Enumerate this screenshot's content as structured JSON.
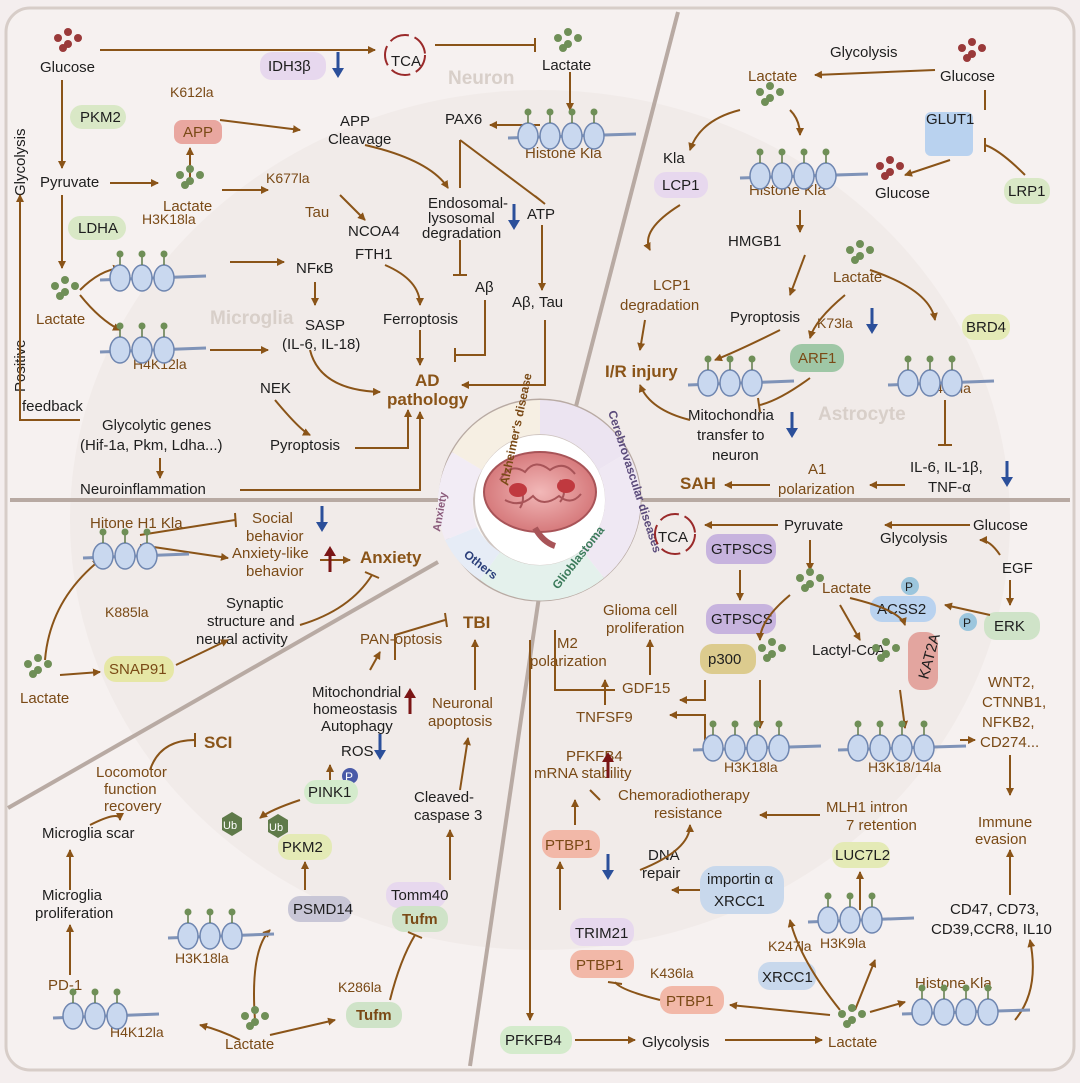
{
  "hub": {
    "alzheimers": "Alzheimer's disease",
    "cerebrovascular": "Cerebrovascular diseases",
    "glioblastoma": "Glioblastoma",
    "others": "Others",
    "anxiety": "Anxiety"
  },
  "ad": {
    "glucose": "Glucose",
    "tca": "TCA",
    "lactate_neuron": "Lactate",
    "idh3b": "IDH3β",
    "neuron": "Neuron",
    "pkm2": "PKM2",
    "k612la": "K612la",
    "app": "APP",
    "app_cleavage_1": "APP",
    "app_cleavage_2": "Cleavage",
    "pax6": "PAX6",
    "histone_kla": "Histone Kla",
    "glycolysis": "Glycolysis",
    "pyruvate": "Pyruvate",
    "lactate_mid": "Lactate",
    "k677la": "K677la",
    "tau": "Tau",
    "ldha": "LDHA",
    "endo_1": "Endosomal-",
    "endo_2": "lysosomal",
    "endo_3": "degradation",
    "atp": "ATP",
    "ncoa4": "NCOA4",
    "fth1": "FTH1",
    "h3k18la": "H3K18la",
    "nfkb": "NFκB",
    "abeta": "Aβ",
    "lactate_low": "Lactate",
    "microglia": "Microglia",
    "sasp_1": "SASP",
    "sasp_2": "(IL-6, IL-18)",
    "ferroptosis": "Ferroptosis",
    "abeta_tau": "Aβ, Tau",
    "positive": "Positive",
    "feedback": "feedback",
    "h4k12la": "H4K12la",
    "nek": "NEK",
    "ad_path_1": "AD",
    "ad_path_2": "pathology",
    "glyco_genes_1": "Glycolytic genes",
    "glyco_genes_2": "(Hif-1a, Pkm, Ldha...)",
    "pyroptosis": "Pyroptosis",
    "neuroinflammation": "Neuroinflammation"
  },
  "cv": {
    "glycolysis": "Glycolysis",
    "lactate": "Lactate",
    "glucose": "Glucose",
    "glut1": "GLUT1",
    "kla": "Kla",
    "lcp1": "LCP1",
    "histone_kla": "Histone Kla",
    "glucose2": "Glucose",
    "lrp1": "LRP1",
    "hmgb1": "HMGB1",
    "lcp1_deg_1": "LCP1",
    "lcp1_deg_2": "degradation",
    "lactate2": "Lactate",
    "pyroptosis": "Pyroptosis",
    "k73la": "K73la",
    "brd4": "BRD4",
    "ir_injury": "I/R injury",
    "arf1": "ARF1",
    "h4k8la": "H4K8la",
    "mito_1": "Mitochondria",
    "mito_2": "transfer to",
    "mito_3": "neuron",
    "astrocyte": "Astrocyte",
    "il_1": "IL-6, IL-1β,",
    "il_2": "TNF-α",
    "a1_1": "A1",
    "a1_2": "polarization",
    "sah": "SAH"
  },
  "ax": {
    "h1kla": "Hitone H1 Kla",
    "social_1": "Social",
    "social_2": "behavior",
    "anx_1": "Anxiety-like",
    "anx_2": "behavior",
    "anxiety": "Anxiety",
    "syn_1": "Synaptic",
    "syn_2": "structure and",
    "syn_3": "neural activity",
    "k885la": "K885la",
    "snap91": "SNAP91",
    "lactate": "Lactate"
  },
  "ot": {
    "pan": "PAN-optosis",
    "tbi": "TBI",
    "mito_1": "Mitochondrial",
    "mito_2": "homeostasis",
    "autophagy": "Autophagy",
    "ros": "ROS",
    "neuro_1": "Neuronal",
    "neuro_2": "apoptosis",
    "sci": "SCI",
    "loco_1": "Locomotor",
    "loco_2": "function",
    "loco_3": "recovery",
    "p": "P",
    "pink1": "PINK1",
    "ub": "Ub",
    "pkm2": "PKM2",
    "mscar": "Microglia scar",
    "mprol_1": "Microglia",
    "mprol_2": "proliferation",
    "cc_1": "Cleaved-",
    "cc_2": "caspase 3",
    "tomm40": "Tomm40",
    "tufm": "Tufm",
    "psmd14": "PSMD14",
    "h3k18la": "H3K18la",
    "k286la": "K286la",
    "pd1": "PD-1",
    "h4k12la": "H4K12la",
    "lactate": "Lactate"
  },
  "gb": {
    "tca": "TCA",
    "pyruvate": "Pyruvate",
    "glucose": "Glucose",
    "glycolysis": "Glycolysis",
    "gtpscs": "GTPSCS",
    "egf": "EGF",
    "lactate": "Lactate",
    "p": "P",
    "acss2": "ACSS2",
    "erk": "ERK",
    "glioma_1": "Glioma cell",
    "glioma_2": "proliferation",
    "m2_1": "M2",
    "m2_2": "polarization",
    "lactyl": "Lactyl-CoA",
    "kat2a": "KAT2A",
    "p300": "p300",
    "gdf15": "GDF15",
    "wnt": "WNT2,",
    "ctnnb1": "CTNNB1,",
    "nfkb2": "NFKB2,",
    "cd274": "CD274...",
    "tnfsf9": "TNFSF9",
    "pfkfb4_1": "PFKFB4",
    "pfkfb4_2": "mRNA stability",
    "h3k18la": "H3K18la",
    "h3k18_14la": "H3K18/14la",
    "chemo_1": "Chemoradiotherapy",
    "chemo_2": "resistance",
    "mlh1_1": "MLH1 intron",
    "mlh1_2": "7 retention",
    "immune_1": "Immune",
    "immune_2": "evasion",
    "dna_1": "DNA",
    "dna_2": "repair",
    "ptbp1": "PTBP1",
    "luc7l2": "LUC7L2",
    "importin": "importin α",
    "xrcc1": "XRCC1",
    "cd47_1": "CD47, CD73,",
    "cd47_2": "CD39,CCR8, IL10",
    "trim21": "TRIM21",
    "k247la": "K247la",
    "h3k9la": "H3K9la",
    "ptbp1_b": "PTBP1",
    "k436la": "K436la",
    "histone_kla": "Histone Kla",
    "xrcc1_b": "XRCC1",
    "ptbp1_c": "PTBP1",
    "pfkfb4": "PFKFB4",
    "glycolysis2": "Glycolysis",
    "lactate2": "Lactate"
  },
  "colors": {
    "arrow": "#8a5418",
    "down": "#2b4f9a",
    "up": "#7a1515",
    "frame": "#b8aaa3",
    "text": "#1e1e1e"
  }
}
